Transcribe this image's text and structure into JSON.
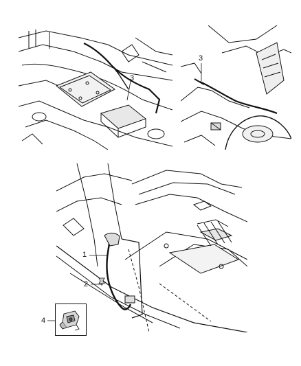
{
  "diagram": {
    "callouts": {
      "c1": "1",
      "c2": "2",
      "c3_left": "3",
      "c3_right": "3",
      "c4": "4"
    }
  }
}
